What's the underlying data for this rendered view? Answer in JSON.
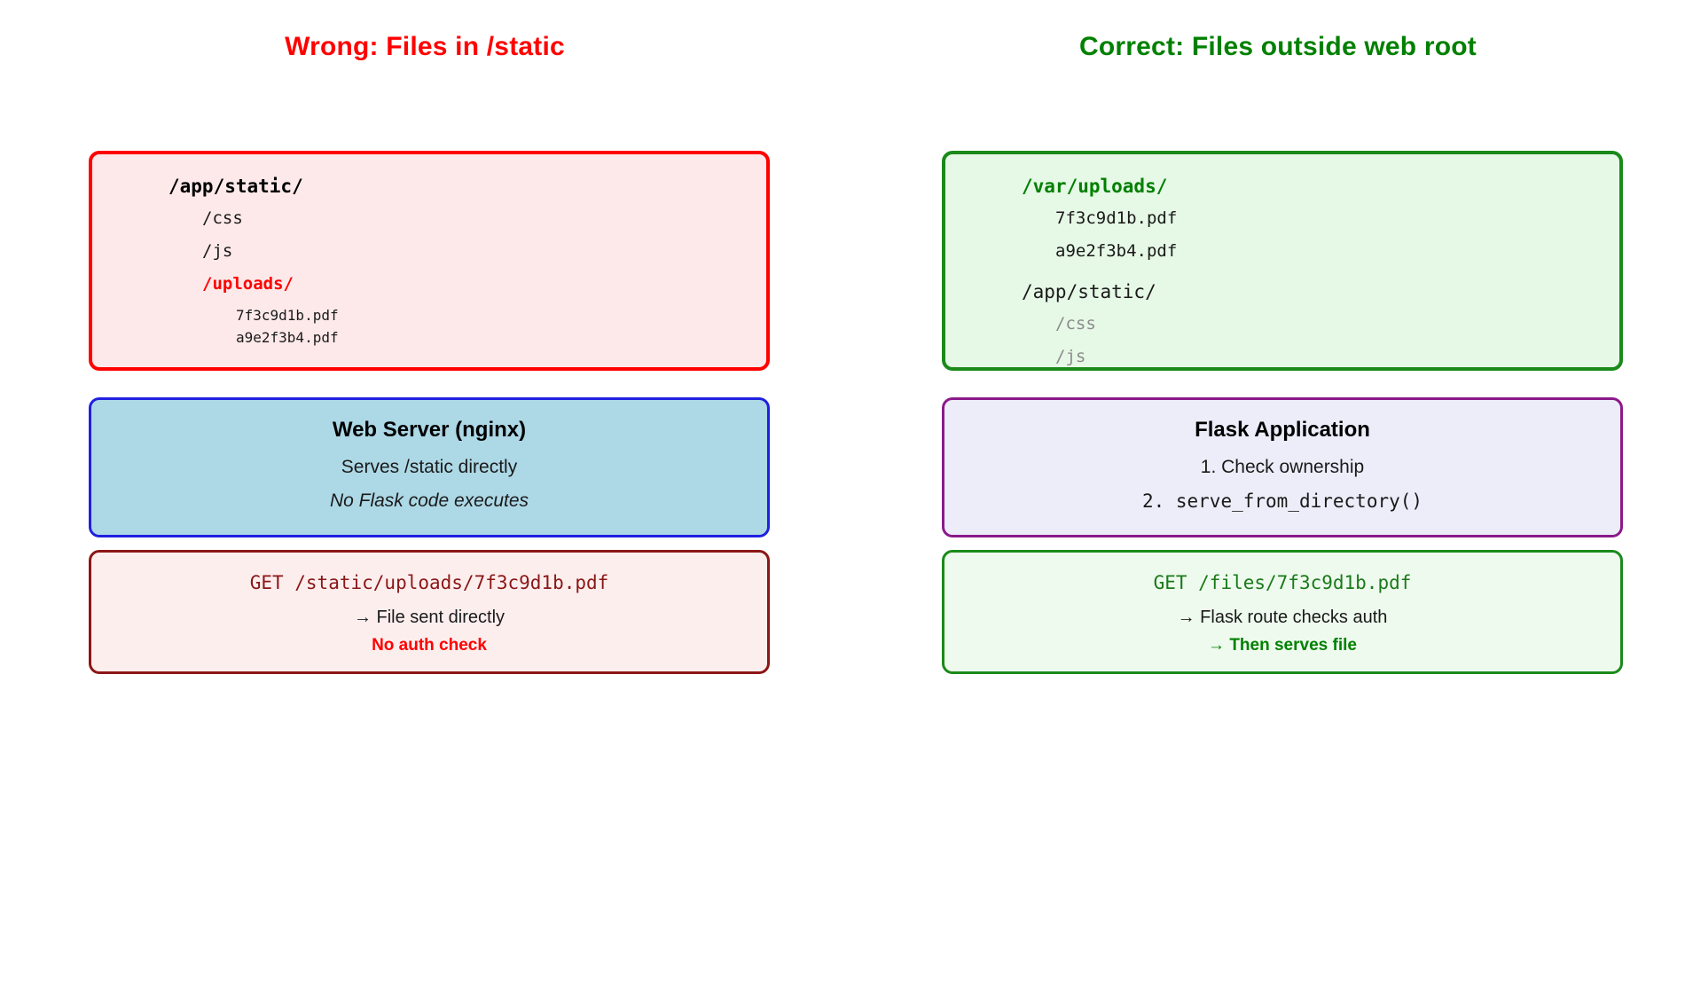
{
  "columns": {
    "left": {
      "title": "Wrong: Files in /static",
      "title_color": "#ff0000",
      "tree": {
        "root": "/app/static/",
        "items": [
          {
            "label": "/css",
            "style": "plain"
          },
          {
            "label": "/js",
            "style": "plain"
          },
          {
            "label": "/uploads/",
            "style": "danger"
          }
        ],
        "files": [
          "7f3c9d1b.pdf",
          "a9e2f3b4.pdf"
        ]
      },
      "component": {
        "title": "Web Server (nginx)",
        "line1": "Serves /static directly",
        "line2": "No Flask code executes"
      },
      "request": {
        "get": "GET /static/uploads/7f3c9d1b.pdf",
        "step": "→ File sent directly",
        "result": "No auth check"
      }
    },
    "right": {
      "title": "Correct: Files outside web root",
      "title_color": "#008000",
      "tree": {
        "root": "/var/uploads/",
        "files": [
          "7f3c9d1b.pdf",
          "a9e2f3b4.pdf"
        ],
        "second_root": "/app/static/",
        "second_items": [
          {
            "label": "/css",
            "style": "muted"
          },
          {
            "label": "/js",
            "style": "muted"
          }
        ]
      },
      "component": {
        "title": "Flask Application",
        "line1": "1. Check ownership",
        "line2": "2. serve_from_directory()"
      },
      "request": {
        "get": "GET /files/7f3c9d1b.pdf",
        "step": "→ Flask route checks auth",
        "result": "→ Then serves file"
      }
    }
  },
  "palette": {
    "red": "#ff0000",
    "dark_red": "#8b1616",
    "green": "#008000",
    "box_green": "#1a8a1a",
    "blue_border": "#2020e0",
    "blue_fill": "#add8e6",
    "purple_border": "#8a1a8a",
    "purple_fill": "#ededfa",
    "gray_text": "#8c8c8c"
  }
}
